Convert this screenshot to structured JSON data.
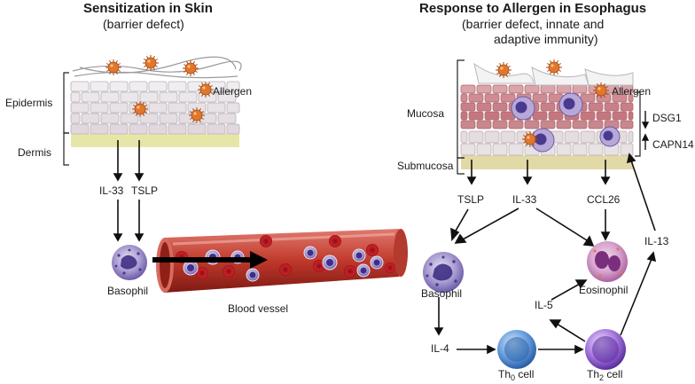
{
  "left": {
    "title": "Sensitization in Skin",
    "subtitle": "(barrier defect)",
    "layers": {
      "epidermis": "Epidermis",
      "dermis": "Dermis"
    },
    "allergen": "Allergen",
    "mediators": [
      "IL-33",
      "TSLP"
    ],
    "basophil": "Basophil",
    "vessel": "Blood vessel"
  },
  "right": {
    "title": "Response to Allergen in Esophagus",
    "subtitle_line1": "(barrier defect, innate and",
    "subtitle_line2": "adaptive immunity)",
    "layers": {
      "mucosa": "Mucosa",
      "submucosa": "Submucosa"
    },
    "allergen": "Allergen",
    "dsg1": "DSG1",
    "capn14": "CAPN14",
    "mediators": {
      "tslp": "TSLP",
      "il33": "IL-33",
      "ccl26": "CCL26",
      "il13": "IL-13",
      "il5": "IL-5",
      "il4": "IL-4"
    },
    "basophil": "Basophil",
    "eosinophil": "Eosinophil",
    "th0": {
      "base": "Th",
      "sub": "0",
      "suffix": " cell"
    },
    "th2": {
      "base": "Th",
      "sub": "2",
      "suffix": " cell"
    }
  },
  "colors": {
    "arrow": "#111111",
    "cell_pale": "#ede6ea",
    "cell_pink": "#cf8a92",
    "allergen": "#e0772b",
    "basophil": "#5d4fa3",
    "eosinophil": "#c98fc4",
    "rbc": "#b8141c",
    "vessel": "#c0392b",
    "th0": "#3f7fc8",
    "th2": "#8e5bd1"
  }
}
